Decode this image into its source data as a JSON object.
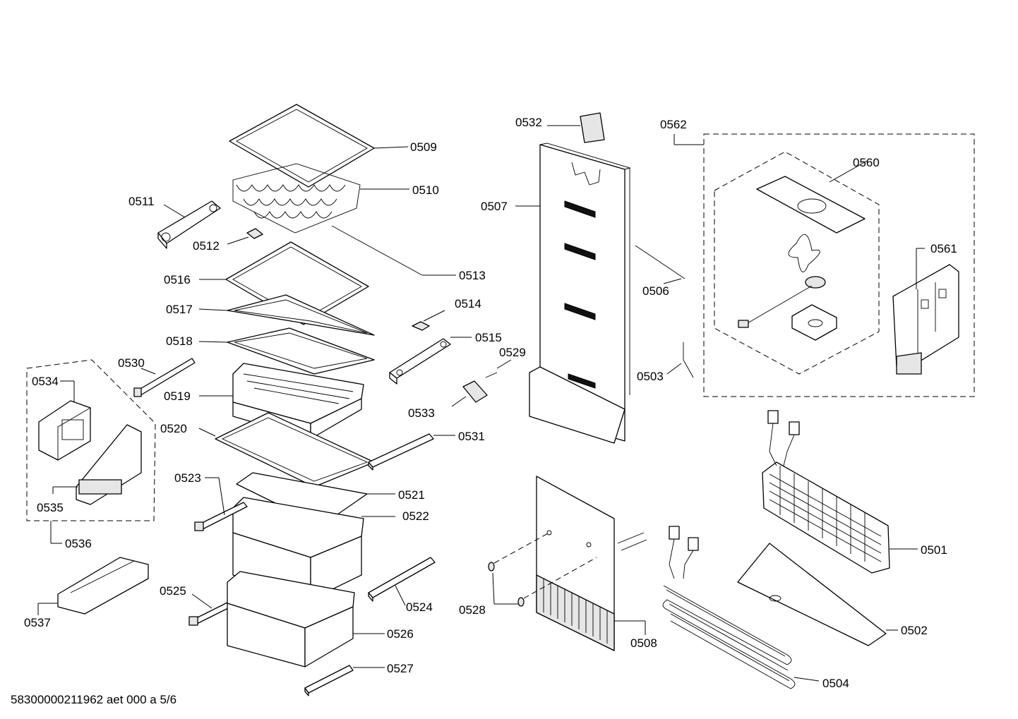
{
  "diagram": {
    "footer": "58300000211962 aet 000 a 5/6",
    "labels": {
      "p0501": "0501",
      "p0502": "0502",
      "p0503": "0503",
      "p0504": "0504",
      "p0506": "0506",
      "p0507": "0507",
      "p0508": "0508",
      "p0509": "0509",
      "p0510": "0510",
      "p0511": "0511",
      "p0512": "0512",
      "p0513": "0513",
      "p0514": "0514",
      "p0515": "0515",
      "p0516": "0516",
      "p0517": "0517",
      "p0518": "0518",
      "p0519": "0519",
      "p0520": "0520",
      "p0521": "0521",
      "p0522": "0522",
      "p0523": "0523",
      "p0524": "0524",
      "p0525": "0525",
      "p0526": "0526",
      "p0527": "0527",
      "p0528": "0528",
      "p0529": "0529",
      "p0530": "0530",
      "p0531": "0531",
      "p0532": "0532",
      "p0533": "0533",
      "p0534": "0534",
      "p0535": "0535",
      "p0536": "0536",
      "p0537": "0537",
      "p0560": "0560",
      "p0561": "0561",
      "p0562": "0562"
    }
  }
}
